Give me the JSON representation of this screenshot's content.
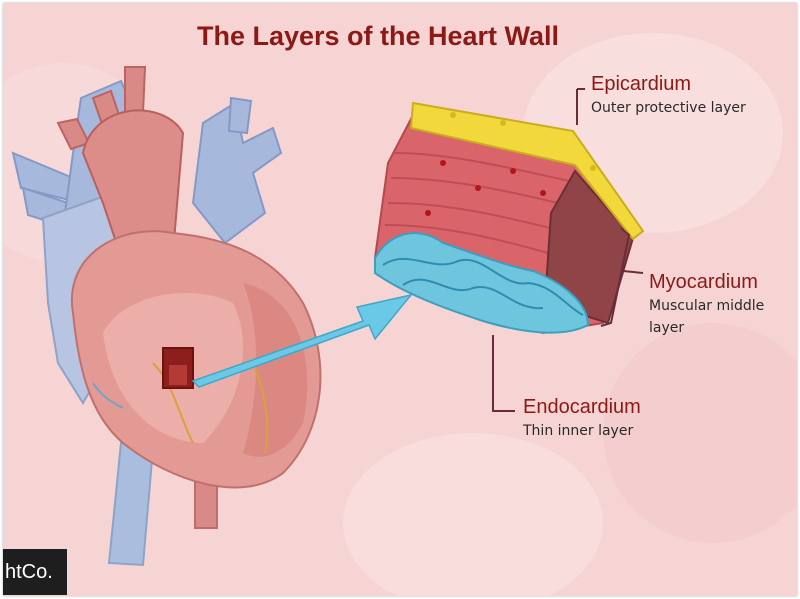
{
  "title": "The Layers of the Heart Wall",
  "layers": {
    "epicardium": {
      "name": "Epicardium",
      "description": "Outer protective layer"
    },
    "myocardium": {
      "name": "Myocardium",
      "description_line1": "Muscular middle",
      "description_line2": "layer"
    },
    "endocardium": {
      "name": "Endocardium",
      "description": "Thin inner layer"
    }
  },
  "logo": {
    "text": "htCo."
  },
  "colors": {
    "title": "#8b1a16",
    "background": "#f6d4d3",
    "epicardium": "#f2d83a",
    "myocardium": "#d9646a",
    "endocardium": "#6ec6de",
    "vessels_blue": "#a6b8dc",
    "arrow": "#6ac9e6"
  }
}
